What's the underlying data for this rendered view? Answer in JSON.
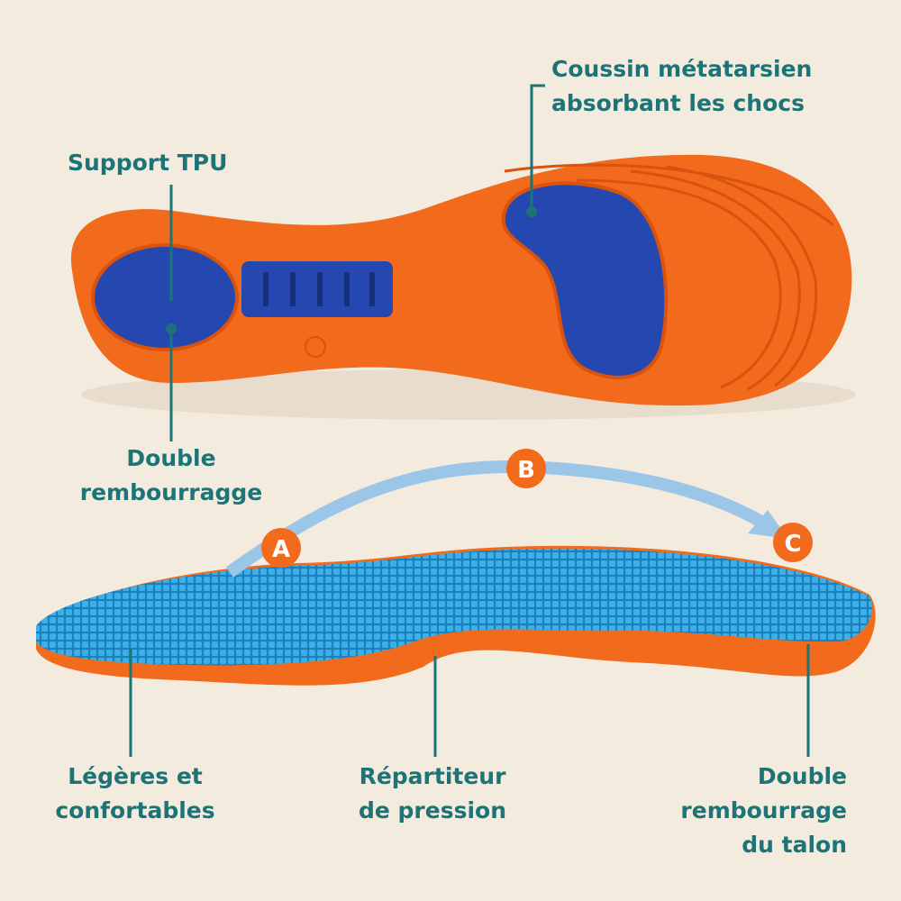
{
  "labels": {
    "tpu": "Support TPU",
    "metatarsal": [
      "Coussin métatarsien",
      "absorbant les chocs"
    ],
    "double_top": [
      "Double",
      "rembourragge"
    ],
    "light": [
      "Légères et",
      "confortables"
    ],
    "pressure": [
      "Répartiteur",
      "de pression"
    ],
    "heel": [
      "Double",
      "rembourrage",
      "du talon"
    ]
  },
  "markers": [
    "A",
    "B",
    "C"
  ],
  "colors": {
    "background": "#f4ebdf",
    "label_text": "#1d7477",
    "insole_orange": "#f26a1b",
    "pad_blue": "#2448b0",
    "top_blue": "#2a9fd8",
    "arrow": "#9cc6e8"
  }
}
